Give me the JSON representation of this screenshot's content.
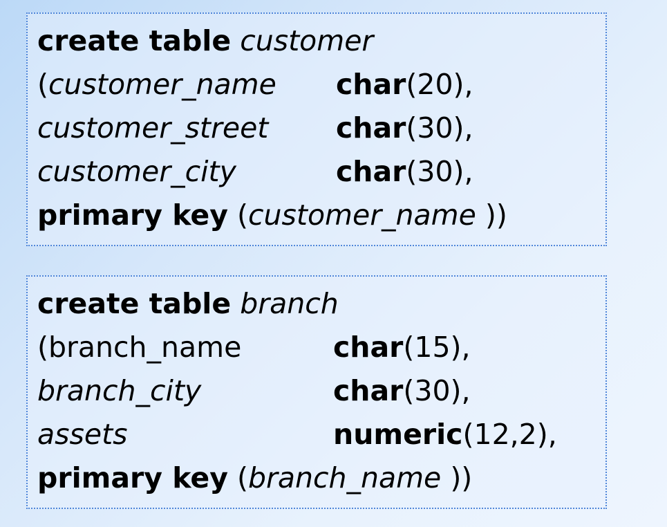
{
  "customer_table": {
    "create_kw": "create table",
    "table_name": "customer",
    "columns": [
      {
        "open": "(",
        "name": "customer_name",
        "type_kw": "char",
        "type_args": "(20),"
      },
      {
        "open": "",
        "name": "customer_street",
        "type_kw": "char",
        "type_args": "(30),"
      },
      {
        "open": "",
        "name": "customer_city",
        "type_kw": "char",
        "type_args": "(30),"
      }
    ],
    "pk_kw": "primary key",
    "pk_open": "(",
    "pk_col": "customer_name",
    "pk_close": " ))"
  },
  "branch_table": {
    "create_kw": "create table",
    "table_name": "branch",
    "columns": [
      {
        "name": "(branch_name",
        "type_kw": "char",
        "type_args": "(15),"
      },
      {
        "name": "branch_city",
        "type_kw": "char",
        "type_args": "(30),"
      },
      {
        "name": "assets",
        "type_kw": "numeric",
        "type_args": "(12,2),"
      }
    ],
    "pk_kw": "primary key",
    "pk_open": "(",
    "pk_col": "branch_name",
    "pk_close": " ))"
  }
}
